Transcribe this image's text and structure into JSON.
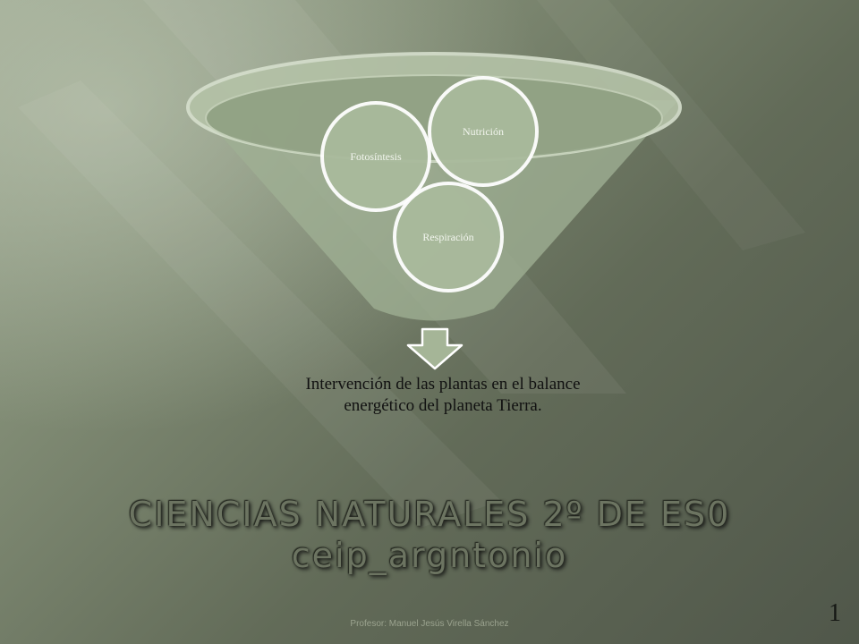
{
  "diagram": {
    "circles": [
      {
        "label": "Fotosíntesis"
      },
      {
        "label": "Nutrición"
      },
      {
        "label": "Respiración"
      }
    ],
    "caption_line1": "Intervención de las plantas en el balance",
    "caption_line2": "energético del planeta Tierra."
  },
  "title": {
    "line1": "CIENCIAS NATURALES 2º DE ES0",
    "line2": "ceip_argntonio"
  },
  "footer": "Profesor: Manuel Jesús Virella Sánchez",
  "slide_number": "1",
  "colors": {
    "funnel_fill": "#9fb093",
    "circle_fill": "#a9ba9c",
    "circle_stroke": "#ffffff",
    "title_color": "#6c7461"
  }
}
